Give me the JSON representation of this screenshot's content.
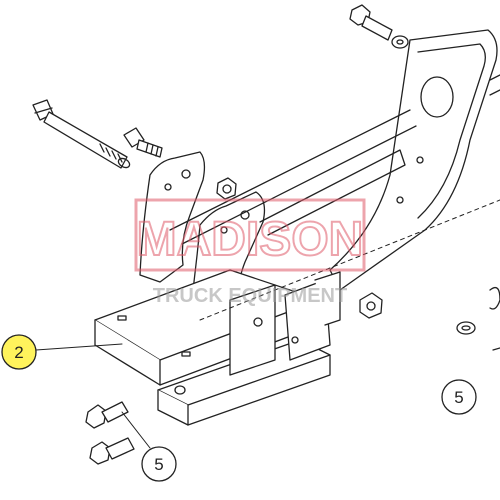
{
  "callouts": [
    {
      "id": "callout-2-main",
      "label": "2",
      "highlighted": true
    },
    {
      "id": "callout-5-bolts",
      "label": "5",
      "highlighted": false
    },
    {
      "id": "callout-5-right",
      "label": "5",
      "highlighted": false
    }
  ],
  "watermark": {
    "line1": "MADISON",
    "line2": "TRUCK EQUIPMENT",
    "color": "#e05a6a"
  },
  "colors": {
    "line": "#222222",
    "highlight_fill": "#fff35c",
    "background": "#ffffff"
  }
}
